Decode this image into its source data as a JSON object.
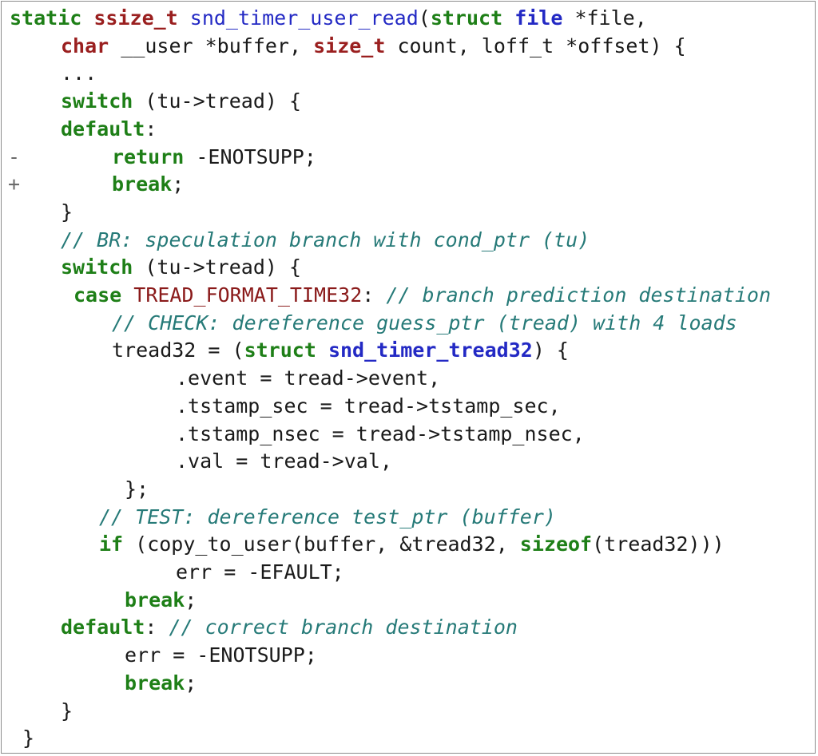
{
  "colors": {
    "keyword": "#1e7f17",
    "type_keyword": "#9a1f1f",
    "function": "#2329c4",
    "macro": "#8a1a1a",
    "comment": "#267a78",
    "text": "#1a1a1a"
  },
  "lines": [
    {
      "indent": 0,
      "tokens": [
        {
          "t": "static ",
          "c": "kw"
        },
        {
          "t": "ssize_t ",
          "c": "kw2"
        },
        {
          "t": "snd_timer_user_read",
          "c": "fn"
        },
        {
          "t": "(",
          "c": "tok"
        },
        {
          "t": "struct ",
          "c": "kw"
        },
        {
          "t": "file",
          "c": "ty"
        },
        {
          "t": " *file,",
          "c": "tok"
        }
      ]
    },
    {
      "indent": 1,
      "tokens": [
        {
          "t": "char ",
          "c": "kw2"
        },
        {
          "t": "__user *buffer, ",
          "c": "tok"
        },
        {
          "t": "size_t ",
          "c": "kw2"
        },
        {
          "t": "count, loff_t *offset) {",
          "c": "tok"
        }
      ]
    },
    {
      "indent": 1,
      "tokens": [
        {
          "t": "...",
          "c": "tok"
        }
      ]
    },
    {
      "indent": 1,
      "tokens": [
        {
          "t": "switch ",
          "c": "kw"
        },
        {
          "t": "(tu->tread) {",
          "c": "tok"
        }
      ]
    },
    {
      "indent": 1,
      "tokens": [
        {
          "t": "default",
          "c": "kw"
        },
        {
          "t": ":",
          "c": "tok"
        }
      ]
    },
    {
      "indent": 2,
      "diff": "-",
      "tokens": [
        {
          "t": "return ",
          "c": "kw"
        },
        {
          "t": "-ENOTSUPP;",
          "c": "tok"
        }
      ]
    },
    {
      "indent": 2,
      "diff": "+",
      "tokens": [
        {
          "t": "break",
          "c": "kw"
        },
        {
          "t": ";",
          "c": "tok"
        }
      ]
    },
    {
      "indent": 1,
      "tokens": [
        {
          "t": "}",
          "c": "tok"
        }
      ]
    },
    {
      "indent": 1,
      "tokens": [
        {
          "t": "// BR: speculation branch with cond_ptr (tu)",
          "c": "cm"
        }
      ]
    },
    {
      "indent": 1,
      "tokens": [
        {
          "t": "switch ",
          "c": "kw"
        },
        {
          "t": "(tu->tread) {",
          "c": "tok"
        }
      ]
    },
    {
      "indent": 1.25,
      "tokens": [
        {
          "t": "case ",
          "c": "kw"
        },
        {
          "t": "TREAD_FORMAT_TIME32",
          "c": "mc"
        },
        {
          "t": ": ",
          "c": "tok"
        },
        {
          "t": "// branch prediction destination",
          "c": "cm"
        }
      ]
    },
    {
      "indent": 2,
      "tokens": [
        {
          "t": "// CHECK: dereference guess_ptr (tread) with 4 loads",
          "c": "cm"
        }
      ]
    },
    {
      "indent": 2,
      "tokens": [
        {
          "t": "tread32 = (",
          "c": "tok"
        },
        {
          "t": "struct ",
          "c": "kw"
        },
        {
          "t": "snd_timer_tread32",
          "c": "ty"
        },
        {
          "t": ") {",
          "c": "tok"
        }
      ]
    },
    {
      "indent": 3.25,
      "tokens": [
        {
          "t": ".event = tread->event,",
          "c": "tok"
        }
      ]
    },
    {
      "indent": 3.25,
      "tokens": [
        {
          "t": ".tstamp_sec = tread->tstamp_sec,",
          "c": "tok"
        }
      ]
    },
    {
      "indent": 3.25,
      "tokens": [
        {
          "t": ".tstamp_nsec = tread->tstamp_nsec,",
          "c": "tok"
        }
      ]
    },
    {
      "indent": 3.25,
      "tokens": [
        {
          "t": ".val = tread->val,",
          "c": "tok"
        }
      ]
    },
    {
      "indent": 2.25,
      "tokens": [
        {
          "t": "};",
          "c": "tok"
        }
      ]
    },
    {
      "indent": 1.75,
      "tokens": [
        {
          "t": "// TEST: dereference test_ptr (buffer)",
          "c": "cm"
        }
      ]
    },
    {
      "indent": 1.75,
      "tokens": [
        {
          "t": "if ",
          "c": "kw"
        },
        {
          "t": "(copy_to_user(buffer, &tread32, ",
          "c": "tok"
        },
        {
          "t": "sizeof",
          "c": "kw"
        },
        {
          "t": "(tread32)))",
          "c": "tok"
        }
      ]
    },
    {
      "indent": 3.25,
      "tokens": [
        {
          "t": "err = -EFAULT;",
          "c": "tok"
        }
      ]
    },
    {
      "indent": 2.25,
      "tokens": [
        {
          "t": "break",
          "c": "kw"
        },
        {
          "t": ";",
          "c": "tok"
        }
      ]
    },
    {
      "indent": 1,
      "tokens": [
        {
          "t": "default",
          "c": "kw"
        },
        {
          "t": ": ",
          "c": "tok"
        },
        {
          "t": "// correct branch destination",
          "c": "cm"
        }
      ]
    },
    {
      "indent": 2.25,
      "tokens": [
        {
          "t": "err = -ENOTSUPP;",
          "c": "tok"
        }
      ]
    },
    {
      "indent": 2.25,
      "tokens": [
        {
          "t": "break",
          "c": "kw"
        },
        {
          "t": ";",
          "c": "tok"
        }
      ]
    },
    {
      "indent": 1,
      "tokens": [
        {
          "t": "}",
          "c": "tok"
        }
      ]
    },
    {
      "indent": 0.25,
      "tokens": [
        {
          "t": "}",
          "c": "tok"
        }
      ]
    }
  ]
}
